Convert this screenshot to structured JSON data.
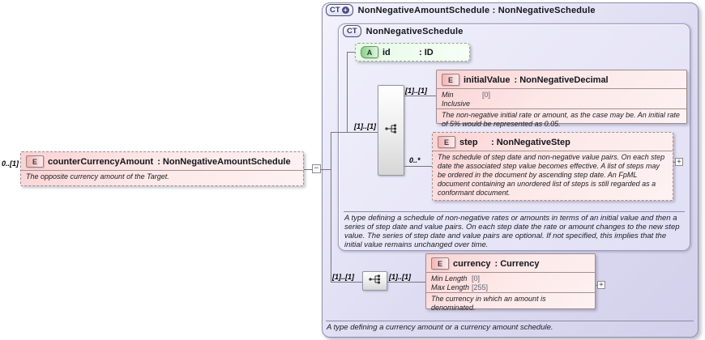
{
  "diagram": {
    "colors": {
      "element_pink": "#fbd6d6",
      "attribute_green": "#bfe6bf",
      "panel_lavender": "#dedcf2",
      "line_gray": "#77757f"
    },
    "left_element": {
      "cardinality": "0..[1]",
      "badge": "E",
      "name": "counterCurrencyAmount",
      "type_label": ": NonNegativeAmountSchedule",
      "description": "The opposite currency amount of the Target.",
      "collapse_glyph": "−"
    },
    "outer_panel": {
      "badge": "CT",
      "badge_plus": "+",
      "title": "NonNegativeAmountSchedule : NonNegativeSchedule",
      "footer": "A type defining a currency amount or a currency amount schedule."
    },
    "inner_panel": {
      "badge": "CT",
      "title": "NonNegativeSchedule",
      "sequence_cardinality": "[1]..[1]",
      "footer": "A type defining a schedule of non-negative rates or amounts in terms of an initial value and then a series of step date and value pairs. On each step date the rate or amount changes to the new step value. The series of step date and value pairs are optional. If not specified, this implies that the initial value remains unchanged over time.",
      "attribute_id": {
        "badge": "A",
        "name": "id",
        "type_label": ": ID"
      },
      "initial_value": {
        "badge": "E",
        "name": "initialValue",
        "type_label": ": NonNegativeDecimal",
        "cardinality": "[1]..[1]",
        "facets": [
          {
            "name": "Min Inclusive",
            "value": "[0]"
          }
        ],
        "description": "The non-negative initial rate or amount, as the case may be. An initial rate of 5% would be represented as 0.05."
      },
      "step": {
        "badge": "E",
        "name": "step",
        "type_label": ": NonNegativeStep",
        "cardinality": "0..*",
        "description": "The schedule of step date and non-negative value pairs. On each step date the associated step value becomes effective. A list of steps may be ordered in the document by ascending step date. An FpML document containing an unordered list of steps is still regarded as a conformant document.",
        "expand_glyph": "+"
      }
    },
    "extension": {
      "in_cardinality": "[1]..[1]",
      "out_cardinality": "[1]..[1]",
      "currency": {
        "badge": "E",
        "name": "currency",
        "type_label": ": Currency",
        "facets": [
          {
            "name": "Min Length",
            "value": "[0]"
          },
          {
            "name": "Max Length",
            "value": "[255]"
          }
        ],
        "description": "The currency in which an amount is denominated.",
        "expand_glyph": "+"
      }
    }
  }
}
